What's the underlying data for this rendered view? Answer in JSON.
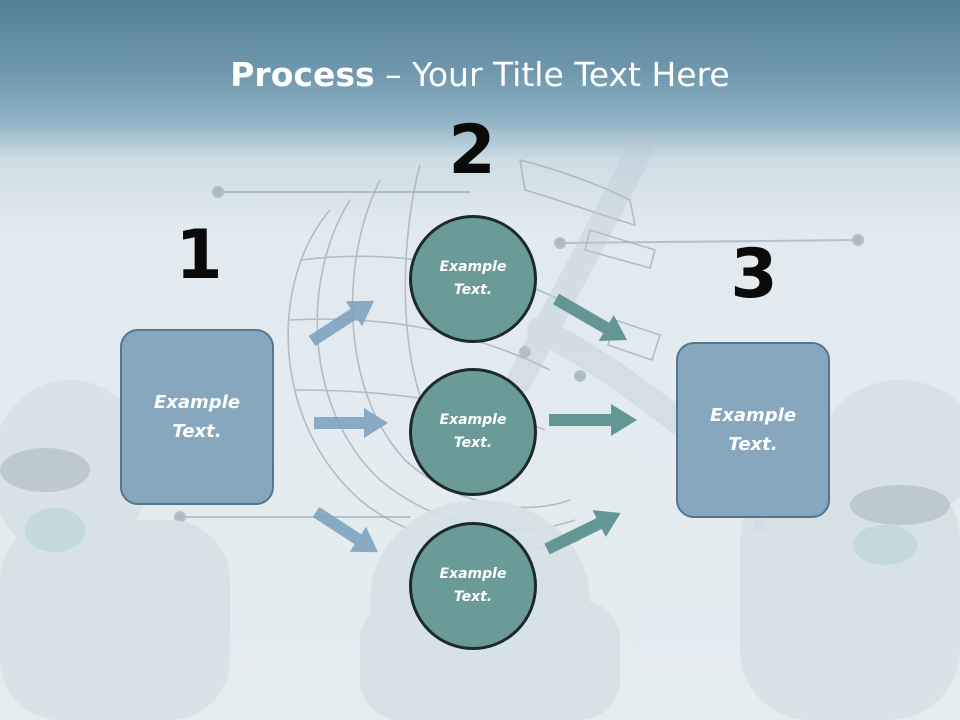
{
  "title": {
    "bold": "Process",
    "rest": " – Your Title Text Here"
  },
  "steps": {
    "one": "1",
    "two": "2",
    "three": "3"
  },
  "left_box": {
    "line1": "Example",
    "line2": "Text."
  },
  "right_box": {
    "line1": "Example",
    "line2": "Text."
  },
  "circles": [
    {
      "line1": "Example",
      "line2": "Text."
    },
    {
      "line1": "Example",
      "line2": "Text."
    },
    {
      "line1": "Example",
      "line2": "Text."
    }
  ],
  "colors": {
    "box_fill": "#87a7bf",
    "circle_fill": "#6a9b98",
    "arrow_left": "#7fa4c0",
    "arrow_right": "#5e9291"
  }
}
